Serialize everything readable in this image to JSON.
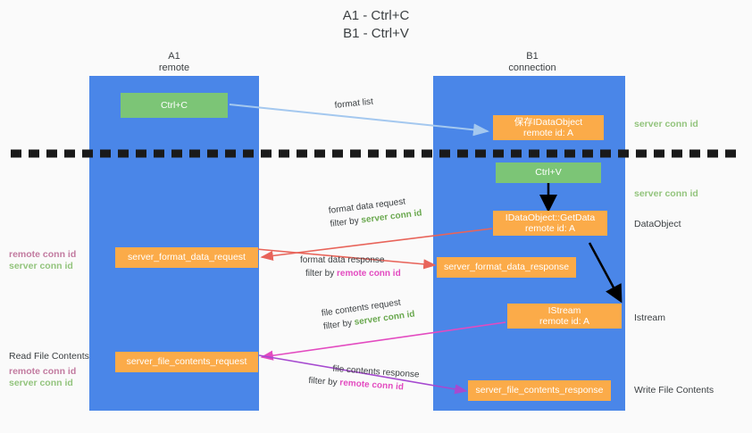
{
  "title": {
    "line1": "A1 - Ctrl+C",
    "line2": "B1 - Ctrl+V"
  },
  "columns": [
    {
      "name": "A1",
      "sub": "remote"
    },
    {
      "name": "B1",
      "sub": "connection"
    }
  ],
  "boxes": {
    "ctrl_c": "Ctrl+C",
    "ctrl_v": "Ctrl+V",
    "save_idataobject_l1": "保存IDataObject",
    "save_idataobject_l2": "remote id: A",
    "getdata_l1": "IDataObject::GetData",
    "getdata_l2": "remote id: A",
    "istream_l1": "IStream",
    "istream_l2": "remote id: A",
    "server_format_data_request": "server_format_data_request",
    "server_format_data_response": "server_format_data_response",
    "server_file_contents_request": "server_file_contents_request",
    "server_file_contents_response": "server_file_contents_response"
  },
  "edge_labels": {
    "format_list": "format list",
    "format_data_request": "format data request",
    "format_data_request_filter_prefix": "filter by ",
    "format_data_request_filter_value": "server conn id",
    "format_data_response": "format data response",
    "format_data_response_filter_prefix": "filter by ",
    "format_data_response_filter_value": "remote conn id",
    "file_contents_request": "file contents request",
    "file_contents_request_filter_prefix": "filter by ",
    "file_contents_request_filter_value": "server conn id",
    "file_contents_response": "file contents response",
    "file_contents_response_filter_prefix": "filter by ",
    "file_contents_response_filter_value": "remote conn id"
  },
  "right_labels": {
    "server_conn_id_top": "server conn id",
    "server_conn_id_mid": "server conn id",
    "dataobject": "DataObject",
    "istream": "Istream",
    "write_file_contents": "Write File Contents"
  },
  "left_labels": {
    "remote_conn_id_top": "remote conn id",
    "server_conn_id_top": "server conn id",
    "read_file_contents": "Read File Contents",
    "remote_conn_id_bottom": "remote conn id",
    "server_conn_id_bottom": "server conn id"
  },
  "colors": {
    "lane": "#4a86e8",
    "green_box": "#7cc576",
    "orange_box": "#fbab49",
    "conn_green": "#6aa84f",
    "conn_magenta": "#e34bc0",
    "conn_pink": "#c27ba0",
    "arrow_blue": "#a4c8ef",
    "arrow_red": "#e8645a",
    "arrow_magenta": "#e34bc0",
    "arrow_purple": "#a64ad0",
    "arrow_black": "#000000",
    "background": "#fafafa",
    "text": "#3c4043"
  }
}
